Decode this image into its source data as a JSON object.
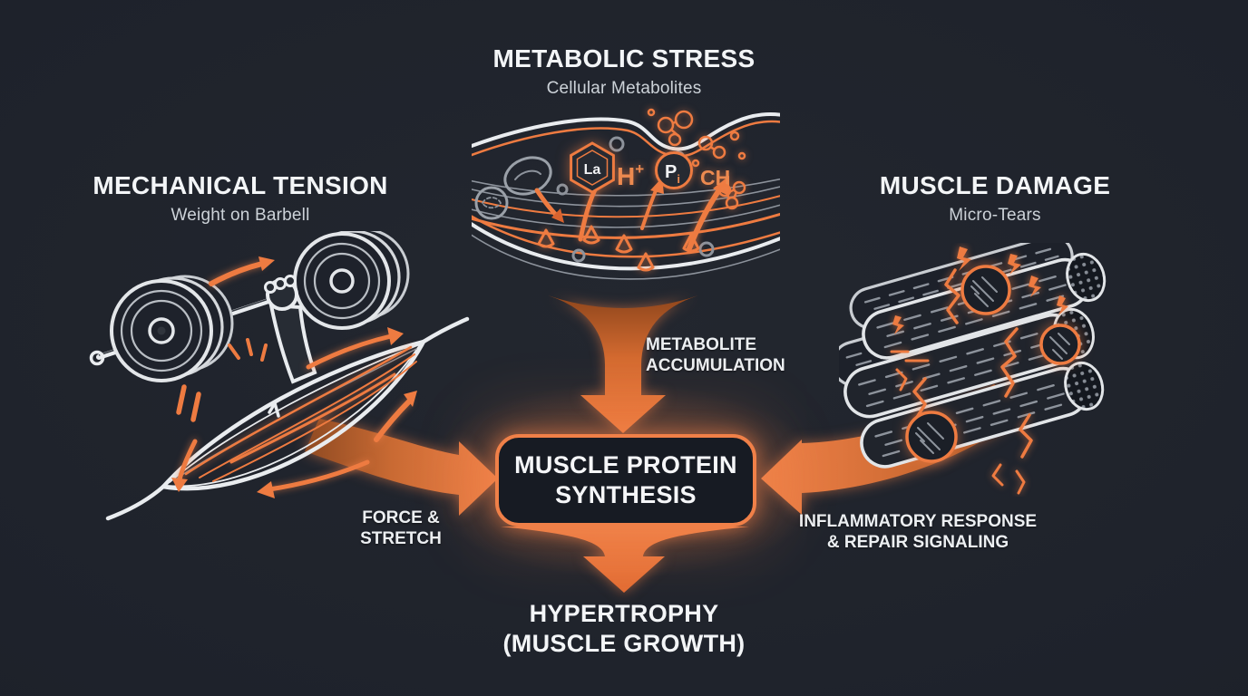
{
  "palette": {
    "background": "#1e222b",
    "accent_orange": "#ee7b41",
    "accent_deep": "#a9521f",
    "box_border": "#f08048",
    "box_fill": "#171b23",
    "text_primary": "#f3f5f7",
    "text_secondary": "#ccd2d8",
    "outline_light": "#e9ecef",
    "outline_gray": "#8d939c"
  },
  "nodes": {
    "metabolic_stress": {
      "title": "METABOLIC STRESS",
      "subtitle": "Cellular Metabolites"
    },
    "mechanical_tension": {
      "title": "MECHANICAL TENSION",
      "subtitle": "Weight on Barbell"
    },
    "muscle_damage": {
      "title": "MUSCLE DAMAGE",
      "subtitle": "Micro-Tears"
    },
    "muscle_protein_synthesis": {
      "line1": "MUSCLE PROTEIN",
      "line2": "SYNTHESIS"
    },
    "hypertrophy": {
      "line1": "HYPERTROPHY",
      "line2": "(MUSCLE GROWTH)"
    }
  },
  "edge_labels": {
    "metabolite_accumulation": {
      "line1": "METABOLITE",
      "line2": "ACCUMULATION"
    },
    "force_stretch": {
      "line1": "FORCE &",
      "line2": "STRETCH"
    },
    "inflammatory_repair": {
      "line1": "INFLAMMATORY RESPONSE",
      "line2": "& REPAIR SIGNALING"
    }
  },
  "molecules": {
    "lactate": "La",
    "hydrogen_ion_base": "H",
    "hydrogen_ion_charge": "+",
    "phosphate_base": "P",
    "phosphate_sub": "i",
    "ch_metabolite": "CH"
  }
}
